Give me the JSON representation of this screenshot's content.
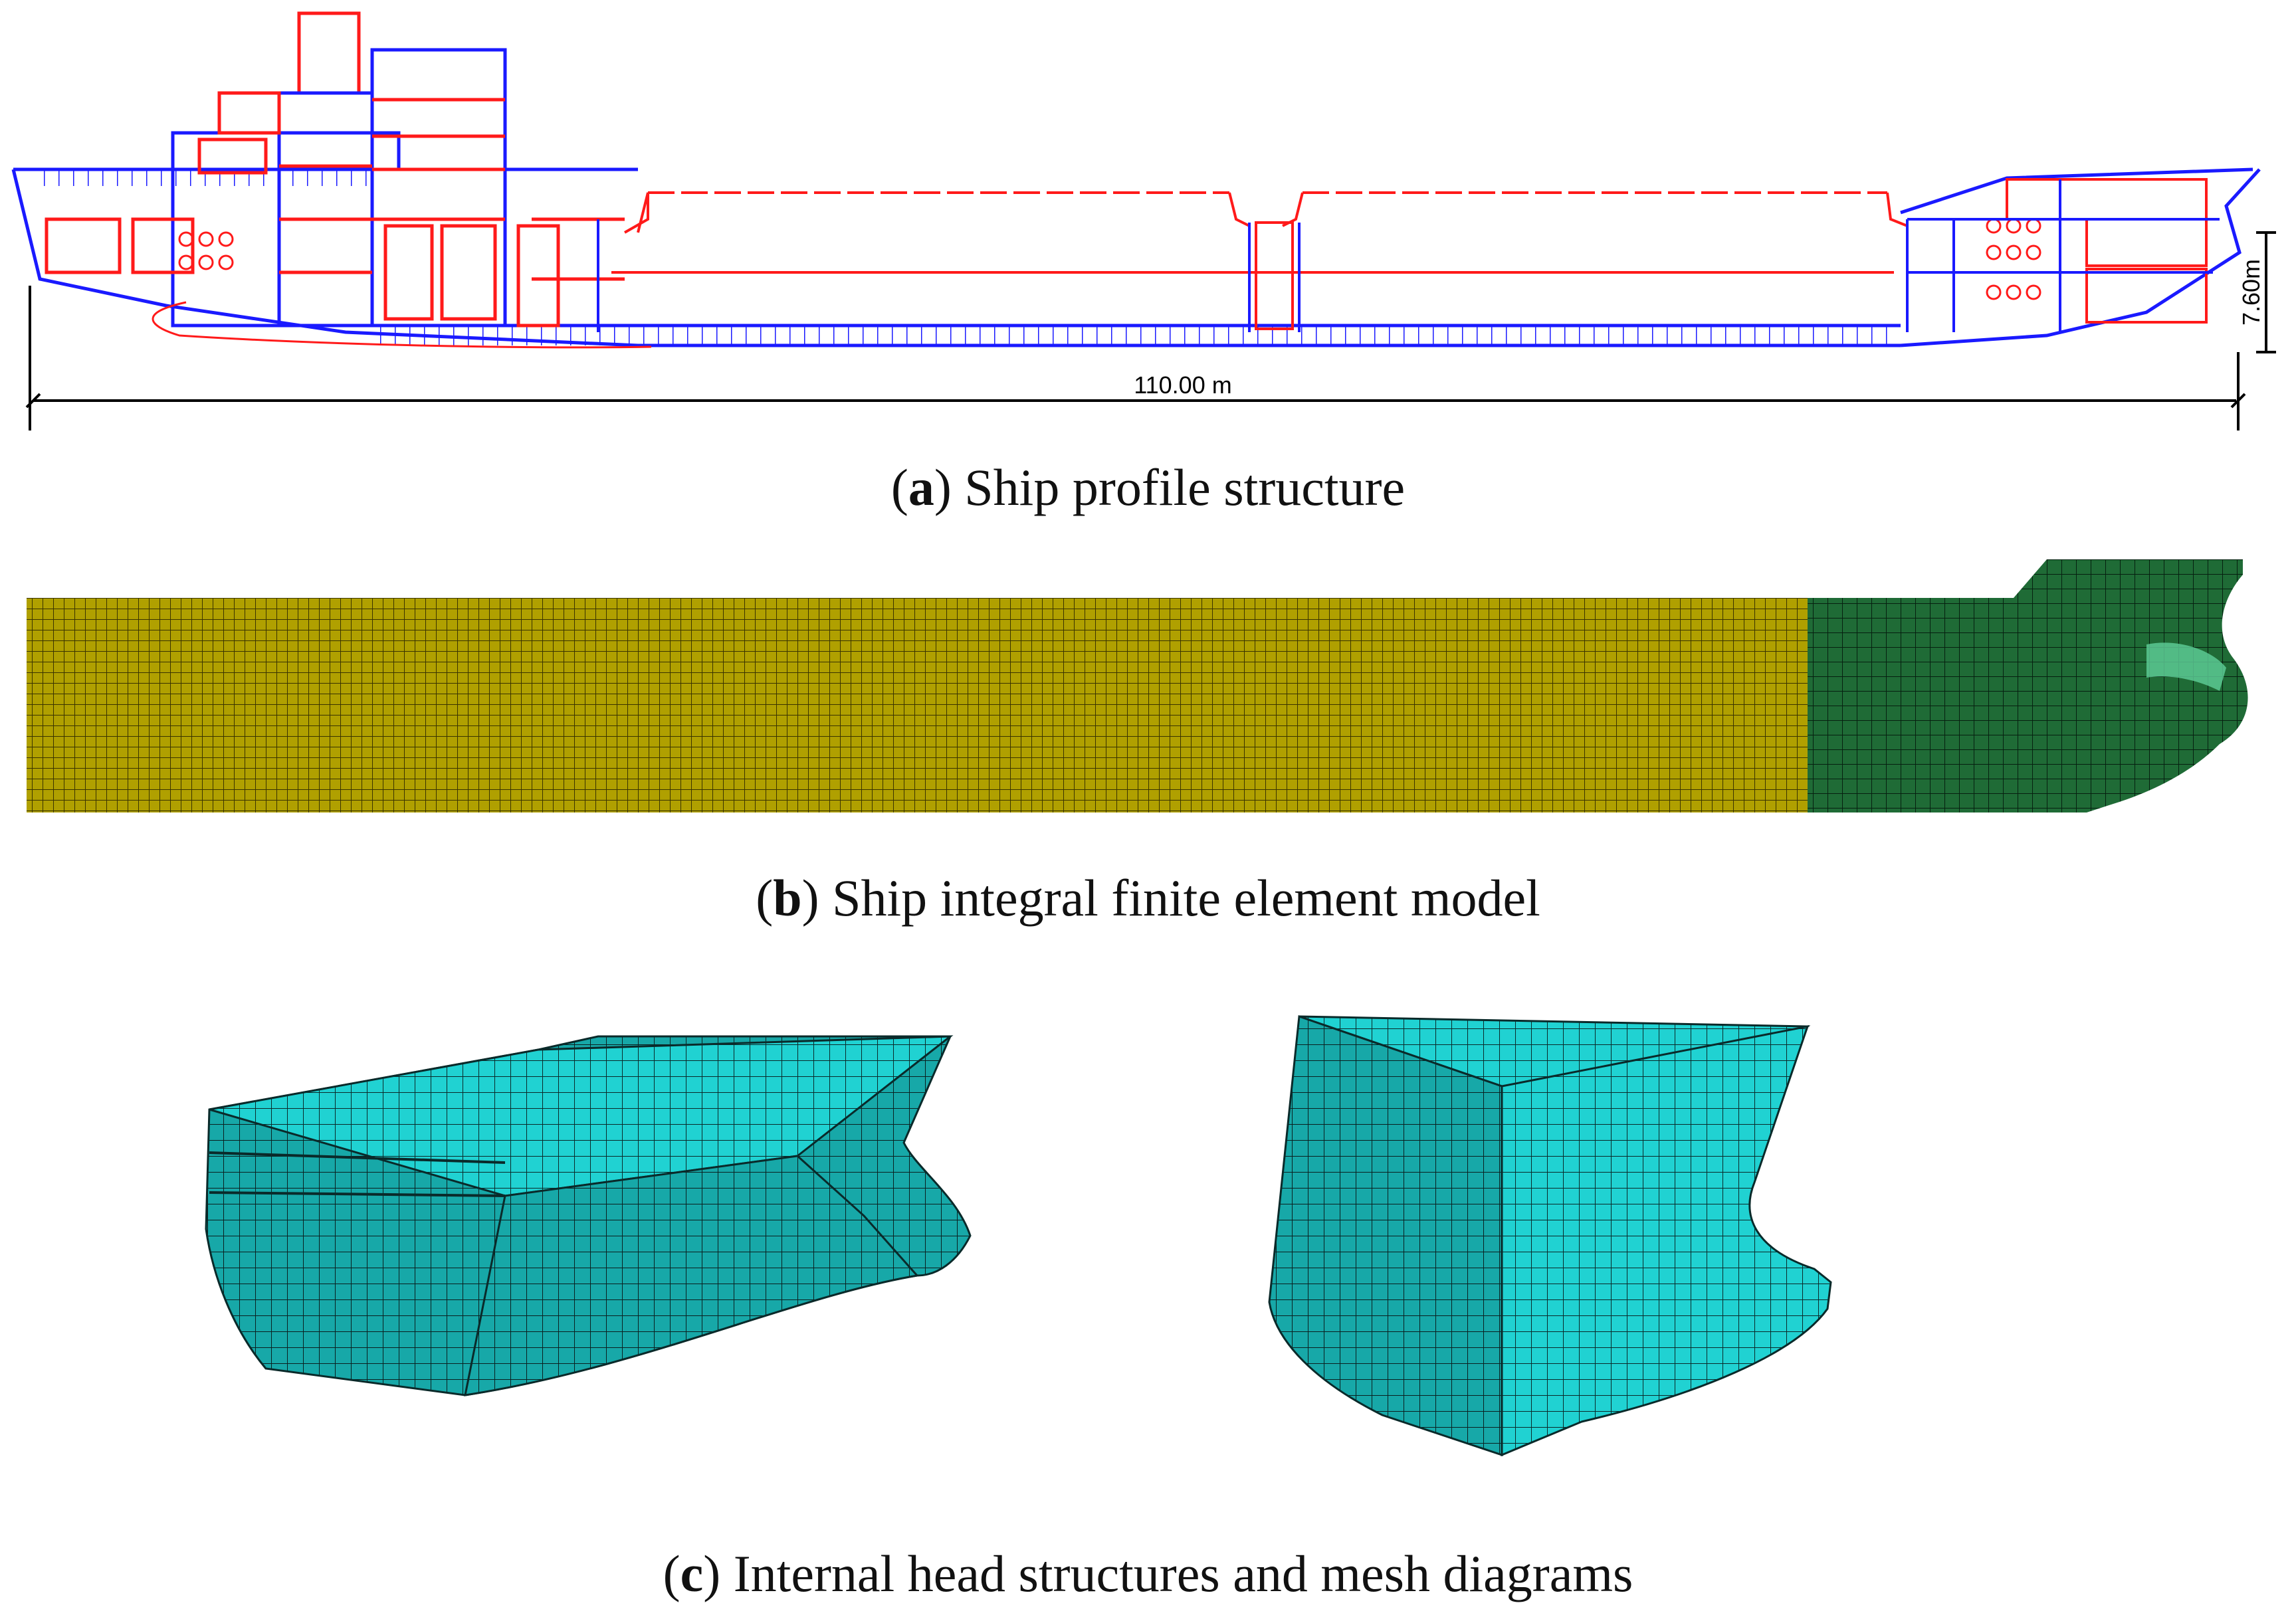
{
  "panel_a": {
    "letter": "a",
    "caption": "Ship profile structure",
    "dimension_length": "110.00  m",
    "dimension_height": "7.60m"
  },
  "panel_b": {
    "letter": "b",
    "caption": "Ship integral finite element model"
  },
  "panel_c": {
    "letter": "c",
    "caption": "Internal head structures and mesh diagrams"
  },
  "colors": {
    "structure_outline": "#1a1aff",
    "structure_member": "#ff1a1a",
    "mesh_hull_body": "#b0a000",
    "mesh_hull_bow": "#1f6b36",
    "mesh_bow_detail": "#20d2d2",
    "mesh_line": "#0a1a1a",
    "dimension_line": "#000000"
  }
}
